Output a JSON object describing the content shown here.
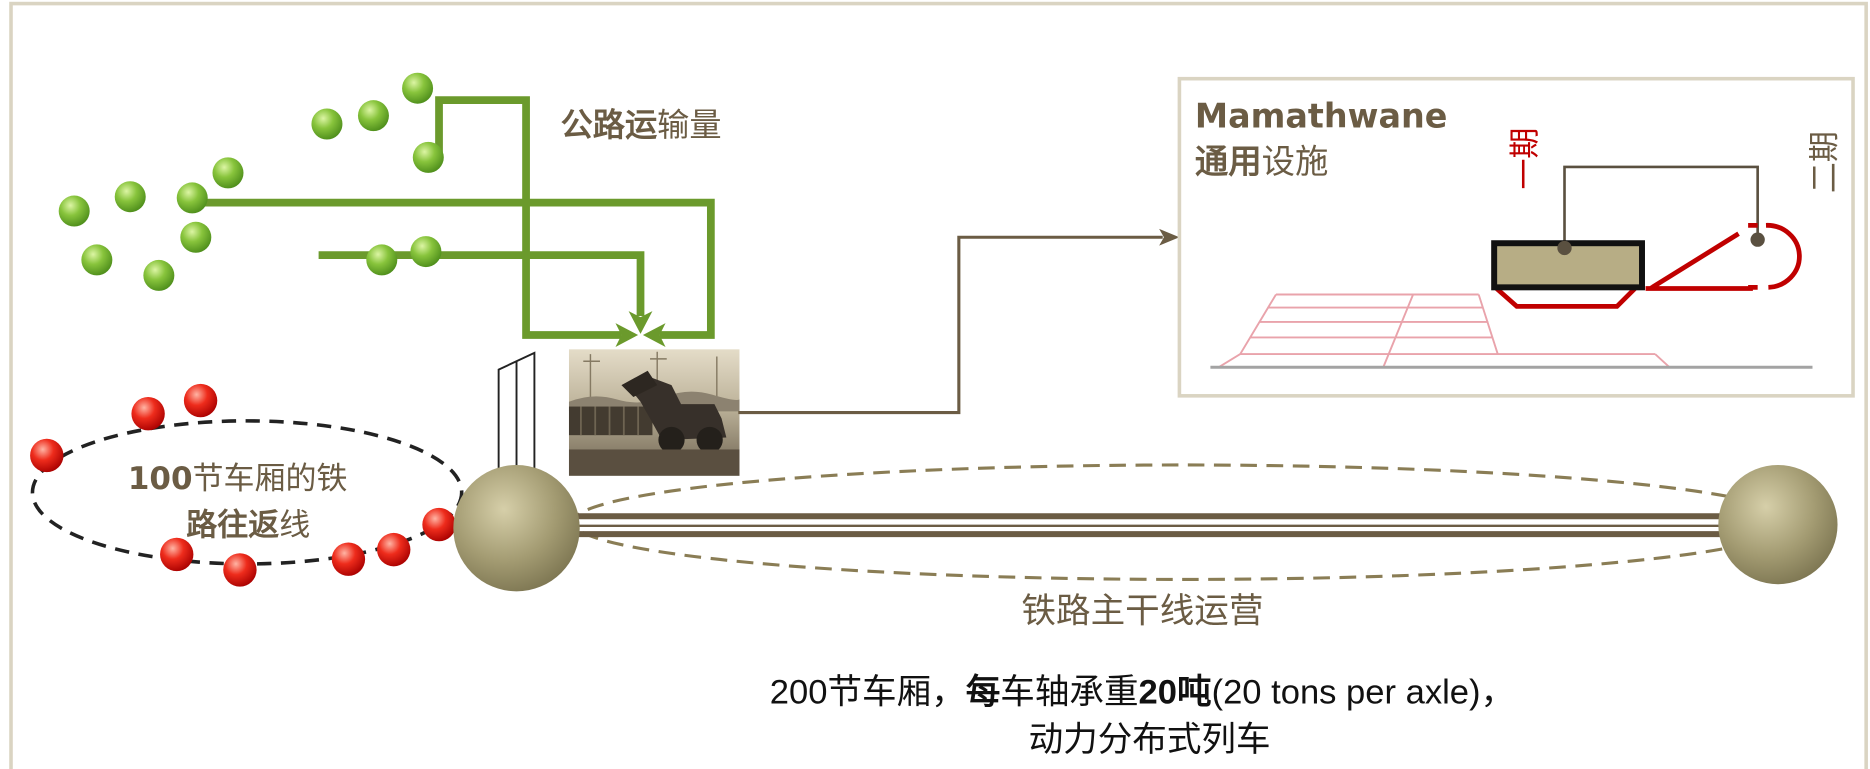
{
  "road": {
    "label_bold": "公路运",
    "label_regular": "输量"
  },
  "facility": {
    "name": "Mamathwane",
    "subtitle_bold": "通用",
    "subtitle_regular": "设施",
    "phase_one": "一期",
    "phase_two": "二期"
  },
  "loop_line": {
    "line1_bold": "100",
    "line1_regular": "节车厢的铁",
    "line2_bold": "路往返",
    "line2_regular": "线"
  },
  "mainline": {
    "label": "铁路主干线运营"
  },
  "train": {
    "line1": {
      "part1": "200节车厢，",
      "part2_bold": "每",
      "part3": "车轴承重",
      "part4_bold": "20吨",
      "part5": "(20 tons per axle)，"
    },
    "line2": "动力分布式列车"
  },
  "icons": {
    "loading_photo": "wheel-loader-loading-railcar-photo",
    "truck_dot": "green-dot",
    "train_dot": "red-dot",
    "station": "station-circle"
  },
  "colors": {
    "road_green": "#6b9a2c",
    "text_brown": "#6b5c44",
    "phase_red": "#c00000",
    "frame": "#dad4c2",
    "track_brown": "#6b5c44",
    "yard_pink": "#e9a3ab"
  }
}
